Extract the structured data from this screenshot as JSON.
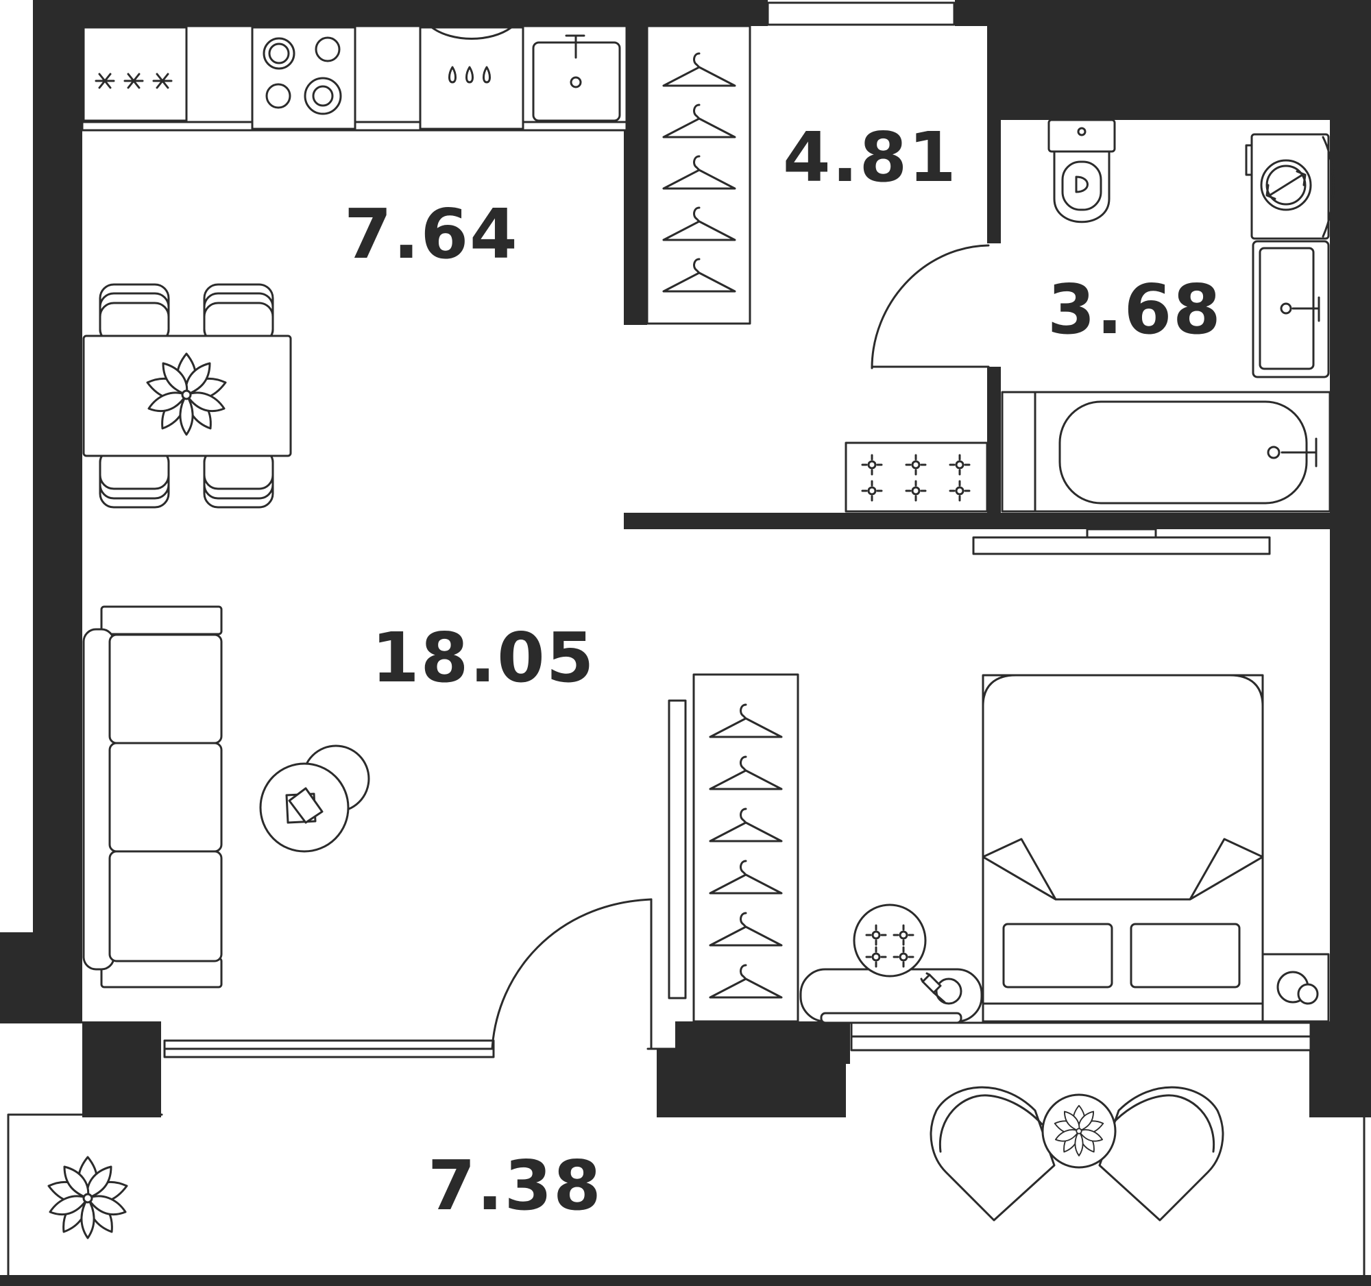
{
  "floorplan": {
    "colors": {
      "wall": "#2b2b2b",
      "line": "#2b2b2b",
      "background": "#ffffff"
    },
    "rooms": [
      {
        "id": "kitchen",
        "area": "7.64"
      },
      {
        "id": "hallway",
        "area": "4.81"
      },
      {
        "id": "bathroom",
        "area": "3.68"
      },
      {
        "id": "living-room",
        "area": "18.05"
      },
      {
        "id": "balcony",
        "area": "7.38"
      }
    ],
    "icons": [
      "fridge-icon",
      "stove-icon",
      "dishwasher-icon",
      "kitchen-sink-icon",
      "hanger-icon",
      "toilet-icon",
      "washing-machine-icon",
      "bathroom-sink-icon",
      "bathtub-icon",
      "dining-table-icon",
      "flower-icon",
      "sofa-icon",
      "coffee-table-icon",
      "wardrobe-icon",
      "double-bed-icon",
      "nightstand-icon",
      "lamp-icon",
      "armchair-icon",
      "round-table-icon"
    ]
  }
}
